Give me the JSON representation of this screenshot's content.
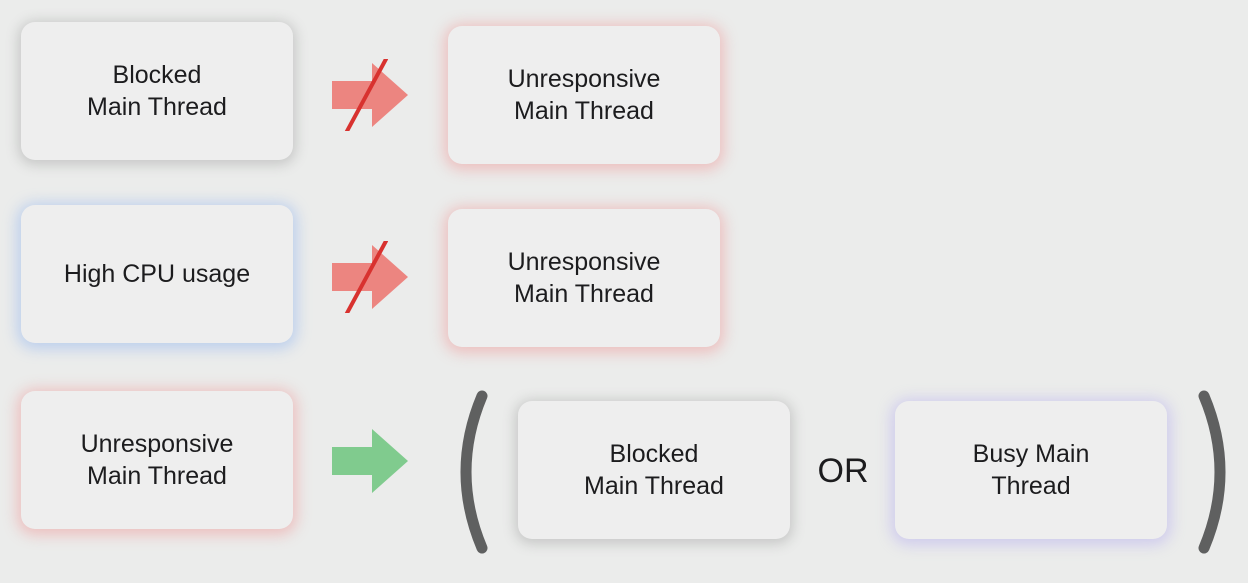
{
  "rows": [
    {
      "source": "Blocked\nMain Thread",
      "relation": "does-not-imply",
      "target": "Unresponsive\nMain Thread"
    },
    {
      "source": "High CPU usage",
      "relation": "does-not-imply",
      "target": "Unresponsive\nMain Thread"
    },
    {
      "source": "Unresponsive\nMain Thread",
      "relation": "implies",
      "target_options": [
        "Blocked\nMain Thread",
        "Busy Main\nThread"
      ],
      "connector": "OR"
    }
  ],
  "colors": {
    "background": "#ebeceb",
    "box_fill": "#eeeeee",
    "blocked_arrow": "#ec8580",
    "strike_line": "#d8322f",
    "implies_arrow": "#80cb8e",
    "parenthesis": "#5f6060",
    "glow_red": "#f07878",
    "glow_blue": "#78a5f0",
    "glow_purple": "#aaa0f0",
    "glow_gray": "#787878"
  },
  "icons": {
    "blocked_arrow": "crossed-out-right-arrow-icon",
    "implies_arrow": "right-arrow-icon"
  }
}
